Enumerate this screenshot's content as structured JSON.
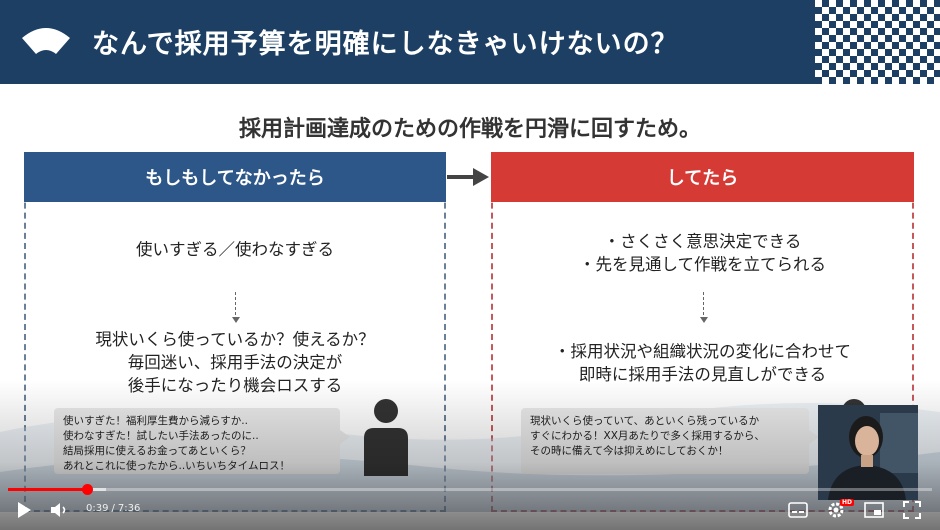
{
  "slide": {
    "title": "なんで採用予算を明確にしなきゃいけないの？",
    "subtitle": "採用計画達成のための作戦を円滑に回すため。",
    "left": {
      "heading": "もしもしてなかったら",
      "line1": "使いすぎる／使わなすぎる",
      "line2a": "現状いくら使っているか？使えるか？",
      "line2b": "毎回迷い、採用手法の決定が",
      "line2c": "後手になったり機会ロスする",
      "bubble": [
        "使いすぎた！福利厚生費から減らすか..",
        "使わなすぎた！試したい手法あったのに..",
        "結局採用に使えるお金ってあといくら？",
        "あれとこれに使ったから..いちいちタイムロス！"
      ]
    },
    "right": {
      "heading": "してたら",
      "line1a": "・さくさく意思決定できる",
      "line1b": "・先を見通して作戦を立てられる",
      "line2a": "・採用状況や組織状況の変化に合わせて",
      "line2b": "即時に採用手法の見直しができる",
      "bubble": [
        "現状いくら使っていて、あといくら残っているか",
        "すぐにわかる！XX月あたりで多く採用するから、",
        "その時に備えて今は抑えめにしておくか！"
      ]
    }
  },
  "colors": {
    "header": "#1c3f63",
    "left_heading": "#2d5788",
    "right_heading": "#d63a35"
  },
  "player": {
    "current_time": "0:39",
    "duration": "7:36",
    "progress_fraction": 0.086,
    "hd_badge": "HD",
    "icons": [
      "play-icon",
      "volume-icon",
      "subtitles-icon",
      "settings-icon",
      "miniplayer-icon",
      "fullscreen-icon"
    ]
  }
}
